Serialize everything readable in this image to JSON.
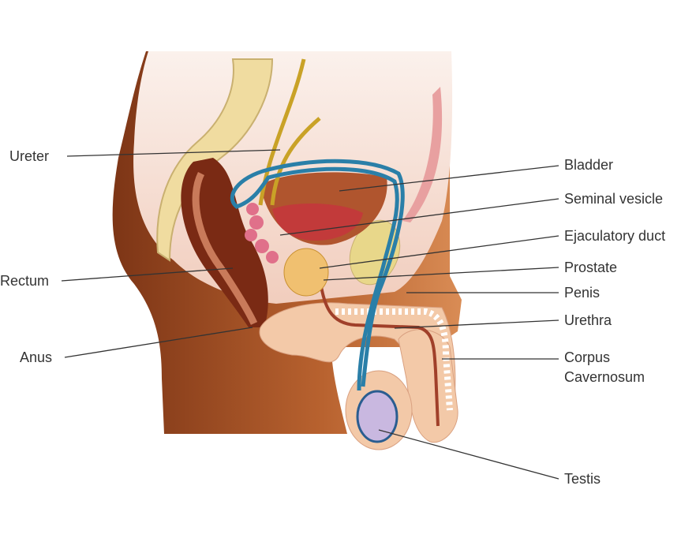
{
  "diagram": {
    "labels": {
      "ureter": "Ureter",
      "rectum": "Rectum",
      "anus": "Anus",
      "bladder": "Bladder",
      "seminal_vesicle": "Seminal vesicle",
      "ejaculatory_duct": "Ejaculatory duct",
      "prostate": "Prostate",
      "penis": "Penis",
      "urethra": "Urethra",
      "corpus_cavernosum_1": "Corpus",
      "corpus_cavernosum_2": "Cavernosum",
      "testis": "Testis"
    },
    "colors": {
      "skin_dark": "#8a3f1c",
      "skin_light": "#f3c9a8",
      "interior": "#f7e4dc",
      "vas_deferens": "#2a7fa8",
      "ureter": "#c9a227",
      "rectum": "#7a2a14",
      "bladder": "#b0552e"
    }
  }
}
